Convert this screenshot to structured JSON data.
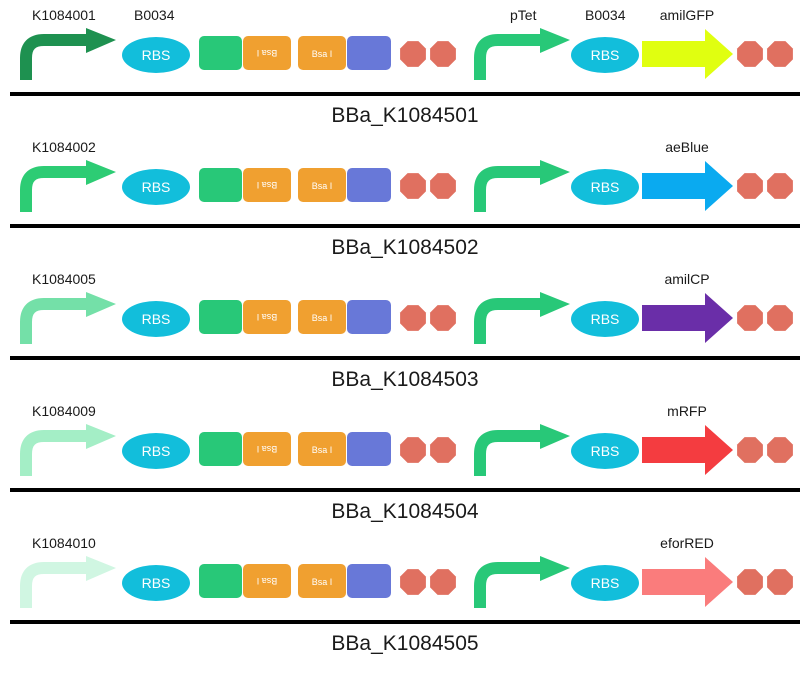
{
  "rbs_label": "RBS",
  "bsa_label": "Bsa I",
  "colors": {
    "rbs": "#12BEDB",
    "spacer_green": "#28C878",
    "bsa": "#F0A030",
    "blue_block": "#6878D8",
    "terminator": "#E07060",
    "ptet": "#28C878",
    "baseline": "#000000"
  },
  "constructs": [
    {
      "promoter_label": "K1084001",
      "promoter_color": "#1E9150",
      "rbs1_label": "B0034",
      "ptet_label": "pTet",
      "rbs2_label": "B0034",
      "gene_label": "amilGFP",
      "gene_color": "#E0FF10",
      "part_name": "BBa_K1084501"
    },
    {
      "promoter_label": "K1084002",
      "promoter_color": "#2DCC74",
      "rbs1_label": "",
      "ptet_label": "",
      "rbs2_label": "",
      "gene_label": "aeBlue",
      "gene_color": "#0AAAF0",
      "part_name": "BBa_K1084502"
    },
    {
      "promoter_label": "K1084005",
      "promoter_color": "#74E0A8",
      "rbs1_label": "",
      "ptet_label": "",
      "rbs2_label": "",
      "gene_label": "amilCP",
      "gene_color": "#6A2EA8",
      "part_name": "BBa_K1084503"
    },
    {
      "promoter_label": "K1084009",
      "promoter_color": "#A4EEC6",
      "rbs1_label": "",
      "ptet_label": "",
      "rbs2_label": "",
      "gene_label": "mRFP",
      "gene_color": "#F43C40",
      "part_name": "BBa_K1084504"
    },
    {
      "promoter_label": "K1084010",
      "promoter_color": "#D0F6E2",
      "rbs1_label": "",
      "ptet_label": "",
      "rbs2_label": "",
      "gene_label": "eforRED",
      "gene_color": "#FA7C7C",
      "part_name": "BBa_K1084505"
    }
  ]
}
